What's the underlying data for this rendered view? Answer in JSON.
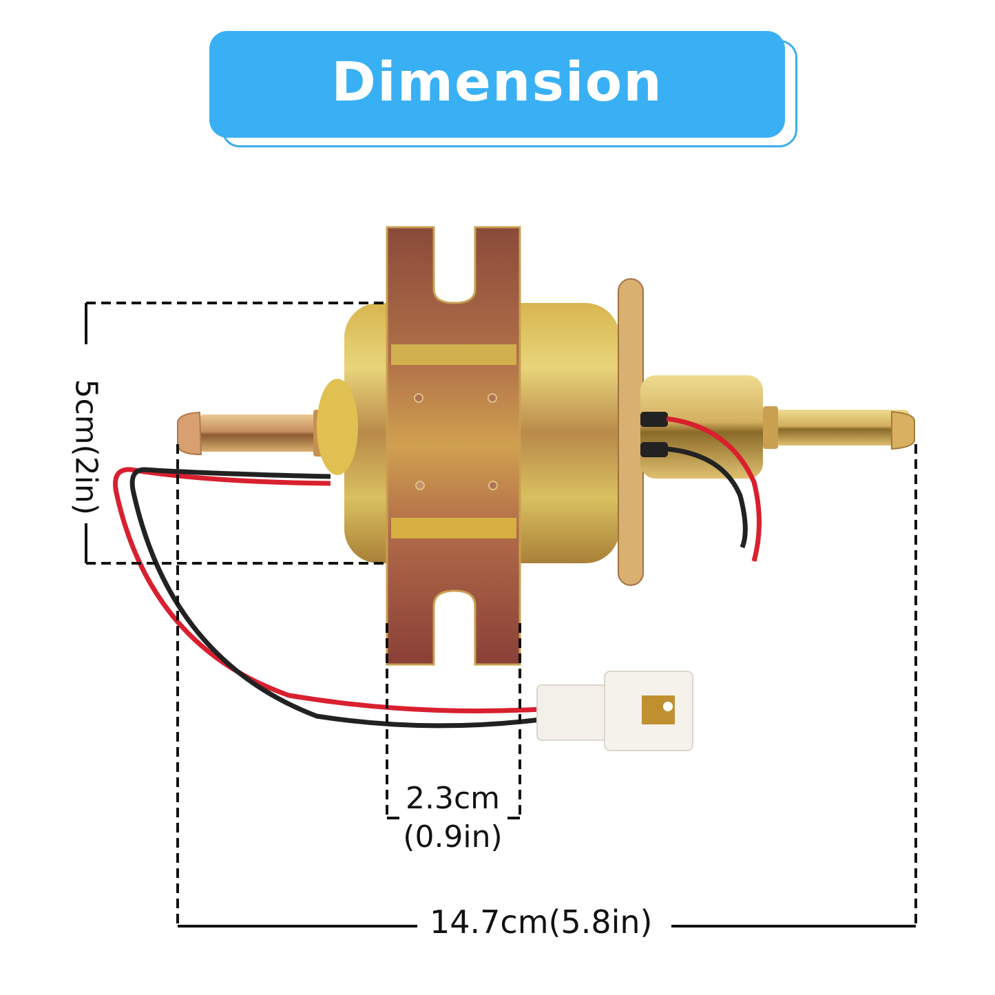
{
  "banner": {
    "title": "Dimension",
    "color": "#39b0f4"
  },
  "product": {
    "name": "electric-fuel-pump",
    "wire_colors": [
      "#d8202f",
      "#222222"
    ],
    "body_color": "#c9a23c"
  },
  "dimensions": {
    "height": {
      "label": "5cm(2in)",
      "cm": 5,
      "in": 2
    },
    "tab_width": {
      "label_cm": "2.3cm",
      "label_in": "(0.9in)",
      "cm": 2.3,
      "in": 0.9
    },
    "length": {
      "label": "14.7cm(5.8in)",
      "cm": 14.7,
      "in": 5.8
    }
  }
}
